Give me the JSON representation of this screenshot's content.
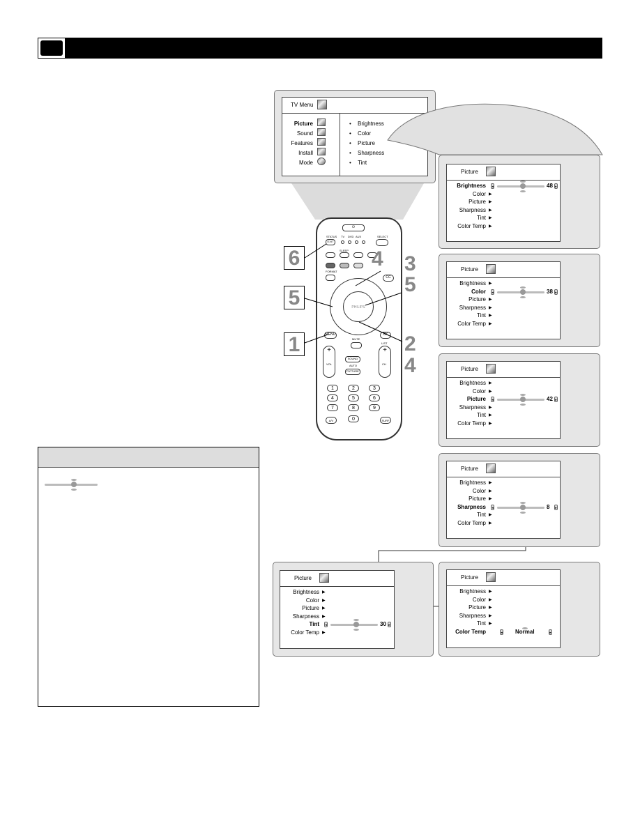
{
  "tv_menu": {
    "title": "TV Menu",
    "left_items": [
      "Picture",
      "Sound",
      "Features",
      "Install",
      "Mode"
    ],
    "right_items": [
      "Brightness",
      "Color",
      "Picture",
      "Sharpness",
      "Tint"
    ]
  },
  "picture_screens": [
    {
      "title": "Picture",
      "selected": "Brightness",
      "value": "48",
      "level": 0.55
    },
    {
      "title": "Picture",
      "selected": "Color",
      "value": "38",
      "level": 0.55
    },
    {
      "title": "Picture",
      "selected": "Picture",
      "value": "42",
      "level": 0.55
    },
    {
      "title": "Picture",
      "selected": "Sharpness",
      "value": "8",
      "level": 0.55
    },
    {
      "title": "Picture",
      "selected": "Tint",
      "value": "30",
      "level": 0.55
    },
    {
      "title": "Picture",
      "selected": "Color Temp",
      "value": "Normal"
    }
  ],
  "menu_items": [
    "Brightness",
    "Color",
    "Picture",
    "Sharpness",
    "Tint",
    "Color Temp"
  ],
  "remote": {
    "brand": "PHILIPS",
    "labels": {
      "status": "STATUS",
      "exit": "EXIT",
      "tv": "TV",
      "dvd": "DVD",
      "aux": "AUX",
      "sleep": "SLEEP",
      "select": "SELECT",
      "format": "FORMAT",
      "cc": "CC",
      "menu": "MENU",
      "mute": "MUTE",
      "ok": "OK",
      "list": "LIST",
      "vol": "VOL",
      "ch": "CH",
      "sound": "SOUND",
      "auto": "AUTO",
      "picture": "PICTURE",
      "av": "A/V",
      "surf": "SURF"
    },
    "numbers": [
      "1",
      "2",
      "3",
      "4",
      "5",
      "6",
      "7",
      "8",
      "9",
      "0"
    ]
  },
  "steps": {
    "s6": "6",
    "s5a": "5",
    "s1": "1",
    "s4a": "4",
    "s3": "3",
    "s5b": "5",
    "s2": "2",
    "s4b": "4"
  }
}
